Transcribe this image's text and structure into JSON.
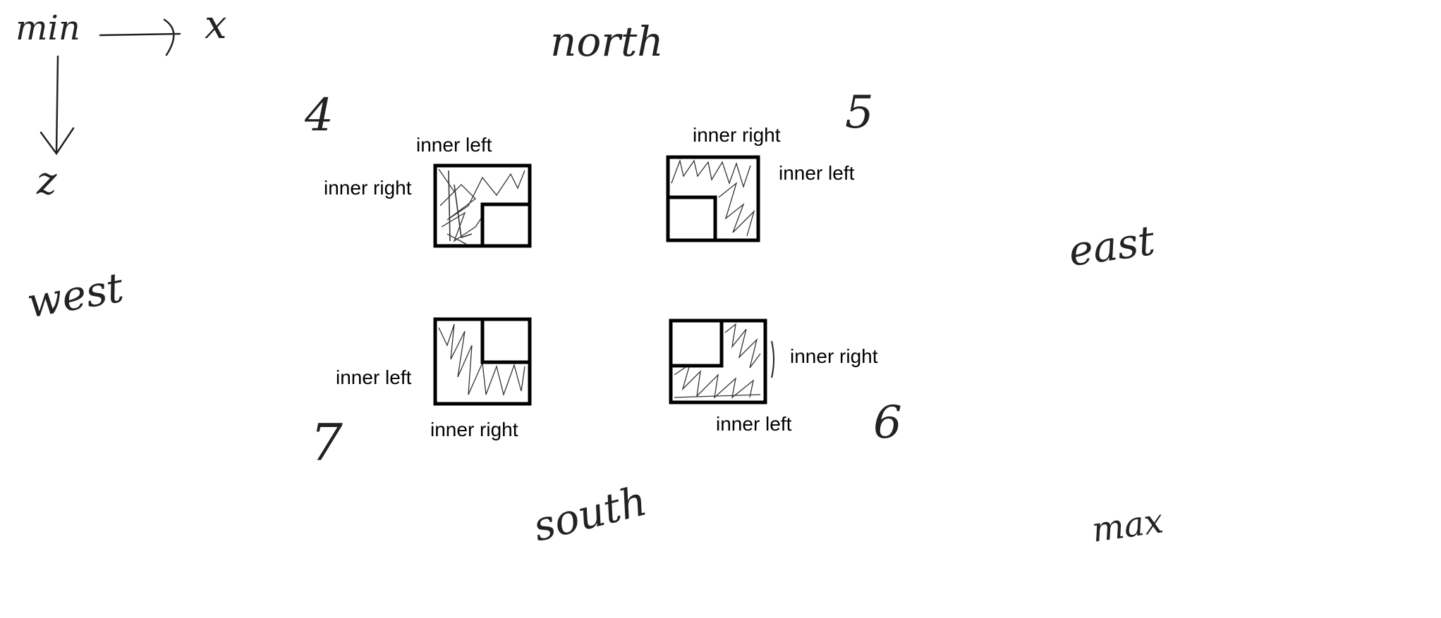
{
  "legend": {
    "origin": "min",
    "axis_right": "x",
    "axis_down": "z"
  },
  "directions": {
    "north": "north",
    "south": "south",
    "east": "east",
    "west": "west",
    "max": "max"
  },
  "quadrants": [
    {
      "number": "4",
      "labels": [
        "inner left",
        "inner right"
      ]
    },
    {
      "number": "5",
      "labels": [
        "inner right",
        "inner left"
      ]
    },
    {
      "number": "6",
      "labels": [
        "inner right",
        "inner left"
      ]
    },
    {
      "number": "7",
      "labels": [
        "inner left",
        "inner right"
      ]
    }
  ],
  "colors": {
    "ink": "#000000",
    "pen": "#222222",
    "background": "#ffffff"
  }
}
